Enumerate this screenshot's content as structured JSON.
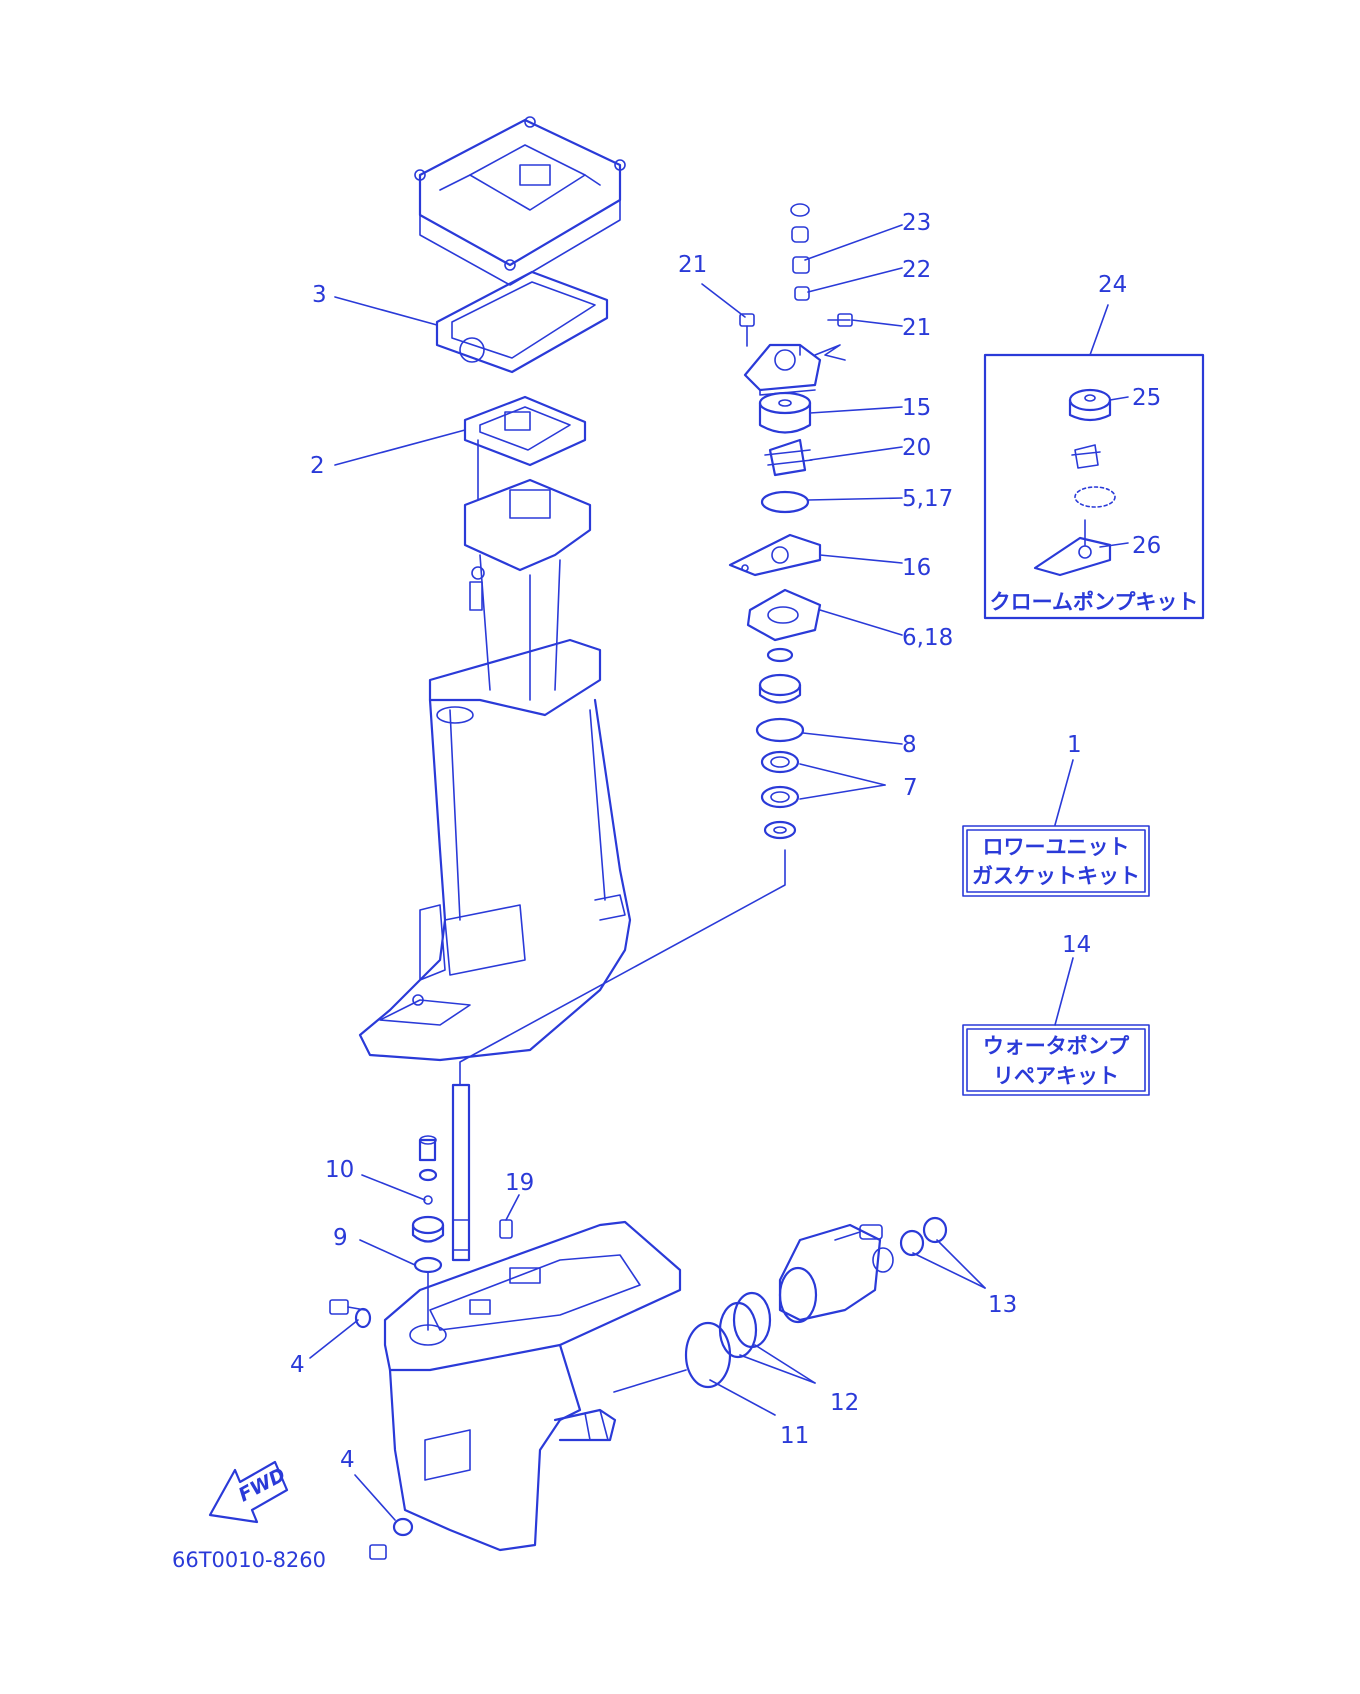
{
  "diagram": {
    "doc_number": "66T0010-8260",
    "fwd_label": "FWD",
    "callouts": {
      "c1": "1",
      "c2": "2",
      "c3": "3",
      "c4a": "4",
      "c4b": "4",
      "c5_17": "5,17",
      "c6_18": "6,18",
      "c7": "7",
      "c8": "8",
      "c9": "9",
      "c10": "10",
      "c11": "11",
      "c12": "12",
      "c13": "13",
      "c14": "14",
      "c15": "15",
      "c16": "16",
      "c19": "19",
      "c20": "20",
      "c21a": "21",
      "c21b": "21",
      "c22": "22",
      "c23": "23",
      "c24": "24",
      "c25": "25",
      "c26": "26"
    },
    "kits": {
      "chrome_pump_kit": "クロームポンプキット",
      "lower_unit_gasket_kit": {
        "line1": "ロワーユニット",
        "line2": "ガスケットキット"
      },
      "water_pump_repair_kit": {
        "line1": "ウォータポンプ",
        "line2": "リペアキット"
      }
    },
    "colors": {
      "ink": "#2a3ad8",
      "background": "#ffffff"
    }
  }
}
